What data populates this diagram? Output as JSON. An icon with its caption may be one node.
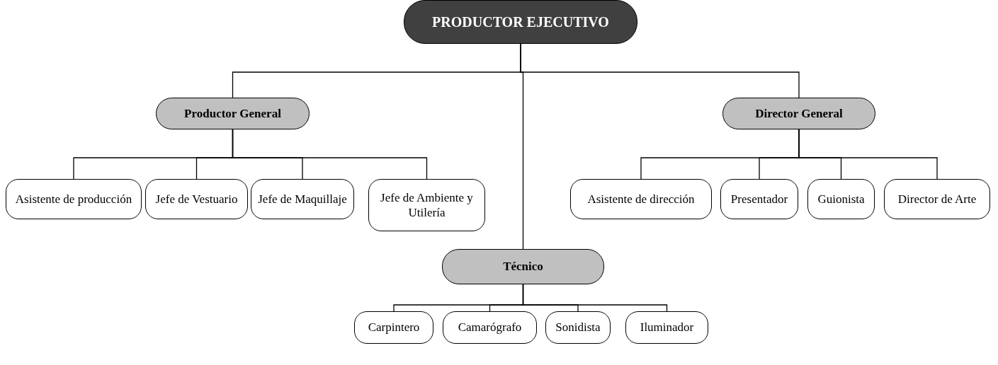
{
  "diagram": {
    "nodes": [
      {
        "text": [
          "PRODUCTOR EJECUTIVO"
        ]
      },
      {
        "text": [
          "Productor General"
        ]
      },
      {
        "text": [
          "Director General"
        ]
      },
      {
        "text": [
          "Asistente de producción"
        ]
      },
      {
        "text": [
          "Jefe de Vestuario"
        ]
      },
      {
        "text": [
          "Jefe de Maquillaje"
        ]
      },
      {
        "text": [
          "Jefe de Ambiente y Utilería"
        ]
      },
      {
        "text": [
          "Asistente de dirección"
        ]
      },
      {
        "text": [
          "Presentador"
        ]
      },
      {
        "text": [
          "Guionista"
        ]
      },
      {
        "text": [
          "Director de Arte"
        ]
      },
      {
        "text": [
          "Técnico"
        ]
      },
      {
        "text": [
          "Carpintero"
        ]
      },
      {
        "text": [
          "Camarógrafo"
        ]
      },
      {
        "text": [
          "Sonidista"
        ]
      },
      {
        "text": [
          "Iluminador"
        ]
      }
    ],
    "edges": [
      {
        "from": 0,
        "to": 1,
        "arrow": "none"
      },
      {
        "from": 0,
        "to": 2,
        "arrow": "none"
      },
      {
        "from": 0,
        "to": 11,
        "arrow": "none"
      },
      {
        "from": 1,
        "to": 3,
        "arrow": "none"
      },
      {
        "from": 1,
        "to": 4,
        "arrow": "none"
      },
      {
        "from": 1,
        "to": 5,
        "arrow": "none"
      },
      {
        "from": 1,
        "to": 6,
        "arrow": "none"
      },
      {
        "from": 2,
        "to": 7,
        "arrow": "none"
      },
      {
        "from": 2,
        "to": 8,
        "arrow": "none"
      },
      {
        "from": 2,
        "to": 9,
        "arrow": "none"
      },
      {
        "from": 2,
        "to": 10,
        "arrow": "none"
      },
      {
        "from": 11,
        "to": 12,
        "arrow": "none"
      },
      {
        "from": 11,
        "to": 13,
        "arrow": "none"
      },
      {
        "from": 11,
        "to": 14,
        "arrow": "none"
      },
      {
        "from": 11,
        "to": 15,
        "arrow": "none"
      }
    ]
  }
}
